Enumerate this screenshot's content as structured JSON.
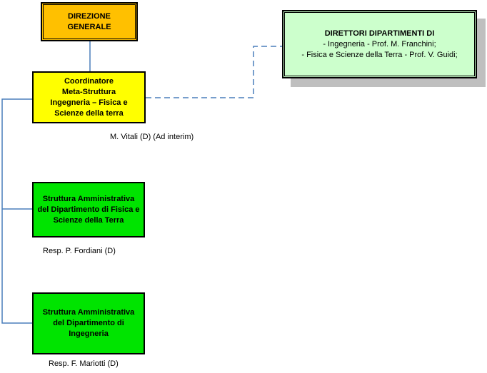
{
  "diagram": {
    "type": "org-chart",
    "boxes": {
      "direzione": {
        "label": "DIREZIONE\nGENERALE"
      },
      "coordinatore": {
        "label": "Coordinatore\nMeta-Struttura\nIngegneria – Fisica e\nScienze della terra"
      },
      "direttori": {
        "heading": "DIRETTORI DIPARTIMENTI DI",
        "line1": "-  Ingegneria - Prof. M. Franchini;",
        "line2": "- Fisica e Scienze della Terra - Prof. V. Guidi;"
      },
      "struttura_fisica": {
        "label": "Struttura Amministrativa\ndel Dipartimento di Fisica e\nScienze della Terra"
      },
      "struttura_ingegneria": {
        "label": "Struttura Amministrativa\ndel Dipartimento di\nIngegneria"
      }
    },
    "labels": {
      "vitali": "M. Vitali (D) (Ad interim)",
      "fordiani": "Resp. P. Fordiani (D)",
      "mariotti": "Resp. F. Mariotti (D)"
    },
    "colors": {
      "orange": "#FFC000",
      "yellow": "#FFFF00",
      "green": "#00E400",
      "light_green": "#CCFFCC",
      "shadow_gray": "#BFBFBF",
      "connector_blue": "#4A7EBB",
      "border_black": "#000000"
    }
  }
}
